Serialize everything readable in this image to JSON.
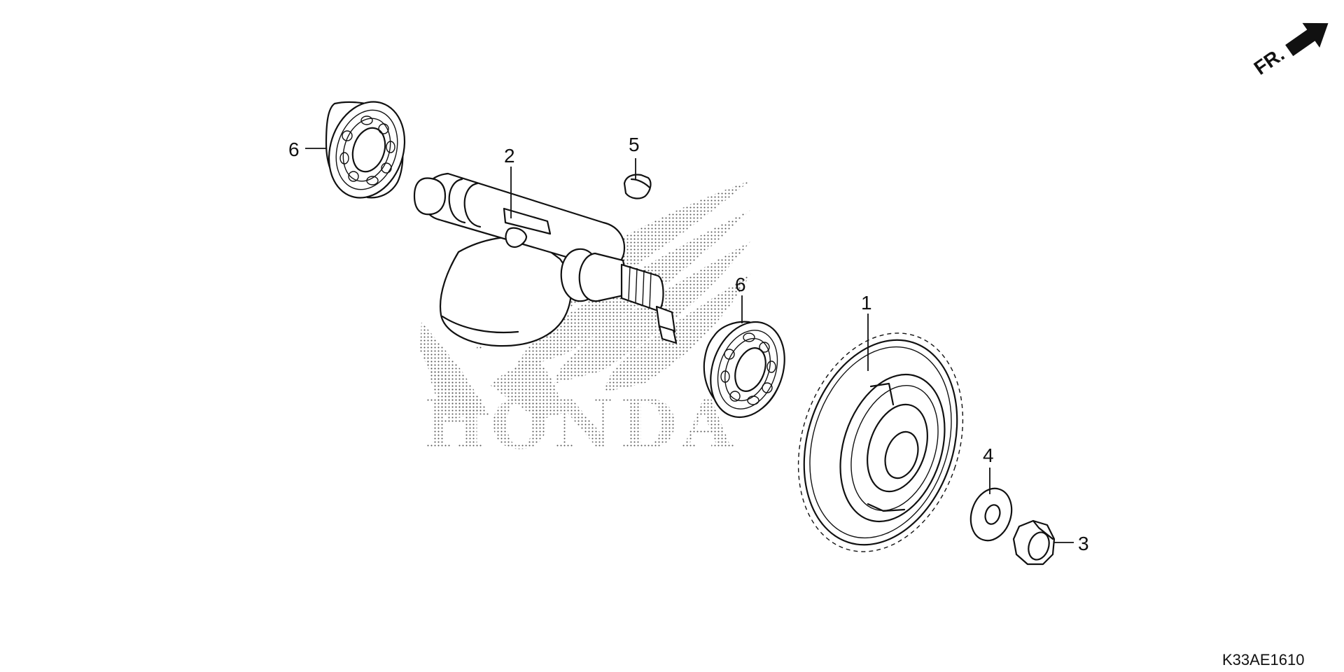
{
  "diagram": {
    "direction_indicator": {
      "label": "FR.",
      "icon": "arrow-right-icon"
    },
    "drawing_code": "K33AE1610",
    "watermark": {
      "text": "HONDA",
      "icon": "honda-wing-logo"
    },
    "callouts": [
      {
        "id": "callout-1",
        "label": "1",
        "part": "balancer-gear"
      },
      {
        "id": "callout-2",
        "label": "2",
        "part": "balancer-shaft"
      },
      {
        "id": "callout-3",
        "label": "3",
        "part": "nut"
      },
      {
        "id": "callout-4",
        "label": "4",
        "part": "washer"
      },
      {
        "id": "callout-5",
        "label": "5",
        "part": "woodruff-key"
      },
      {
        "id": "callout-6a",
        "label": "6",
        "part": "ball-bearing"
      },
      {
        "id": "callout-6b",
        "label": "6",
        "part": "ball-bearing"
      }
    ]
  }
}
